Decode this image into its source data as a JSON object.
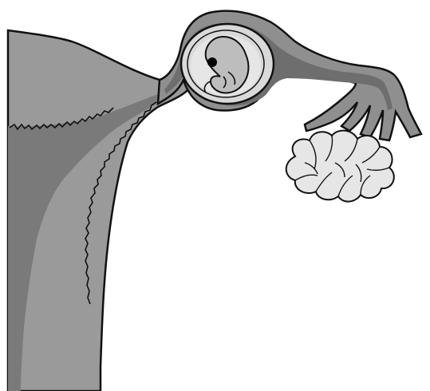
{
  "illustration": {
    "colors": {
      "background": "#ffffff",
      "outline": "#111111",
      "uterus_outer": "#9a9a9a",
      "uterus_wall": "#7a7a7a",
      "tube_outer": "#8f8f8f",
      "tube_lumen": "#6e6e6e",
      "sac": "#d9d9d9",
      "embryo": "#bdbdbd",
      "embryo_eye": "#000000",
      "ovary": "#e6e6e6",
      "ovary_shadow": "#cfcfcf"
    },
    "parts": [
      {
        "name": "uterus",
        "icon": "uterus-shape"
      },
      {
        "name": "endometrium-lining",
        "icon": "wavy-lining"
      },
      {
        "name": "fallopian-tube",
        "icon": "tube-shape"
      },
      {
        "name": "gestational-sac",
        "icon": "oval-sac"
      },
      {
        "name": "embryo",
        "icon": "curled-embryo"
      },
      {
        "name": "fimbriae",
        "icon": "finger-projections"
      },
      {
        "name": "ovary",
        "icon": "cauliflower-cluster"
      }
    ]
  }
}
